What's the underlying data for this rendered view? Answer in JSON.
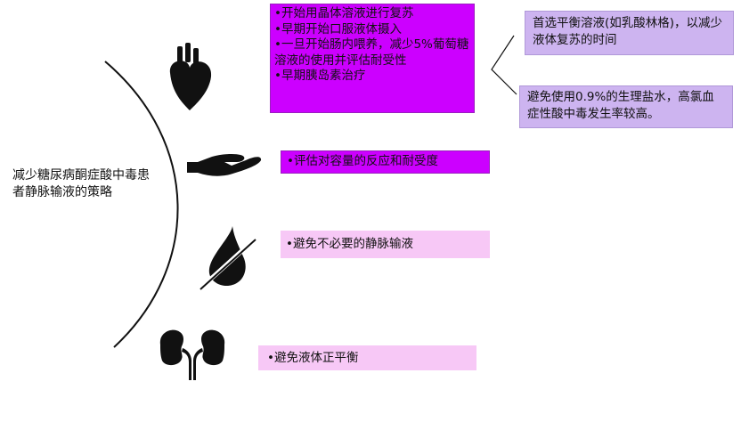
{
  "main_label": "减少糖尿病酮症酸中毒患者静脉输液的策略",
  "strategies": {
    "cardiac": {
      "icon": "heart-icon",
      "items": [
        "•开始用晶体溶液进行复苏",
        "•早期开始口服液体摄入",
        "•一旦开始肠内喂养，减少5%葡萄糖溶液的使用并评估耐受性",
        "•早期胰岛素治疗"
      ]
    },
    "volume": {
      "icon": "hand-icon",
      "text": "•评估对容量的反应和耐受度"
    },
    "avoid_iv": {
      "icon": "drop-slash-icon",
      "text": "•避免不必要的静脉输液"
    },
    "kidney": {
      "icon": "kidneys-icon",
      "text": "•避免液体正平衡"
    }
  },
  "notes": {
    "note1": "首选平衡溶液(如乳酸林格)，以减少液体复苏的时间",
    "note2": "避免使用0.9%的生理盐水，高氯血症性酸中毒发生率较高。"
  },
  "colors": {
    "magenta": "#cc00ff",
    "pink": "#f7c8f6",
    "lavender": "#cdb4f0"
  }
}
